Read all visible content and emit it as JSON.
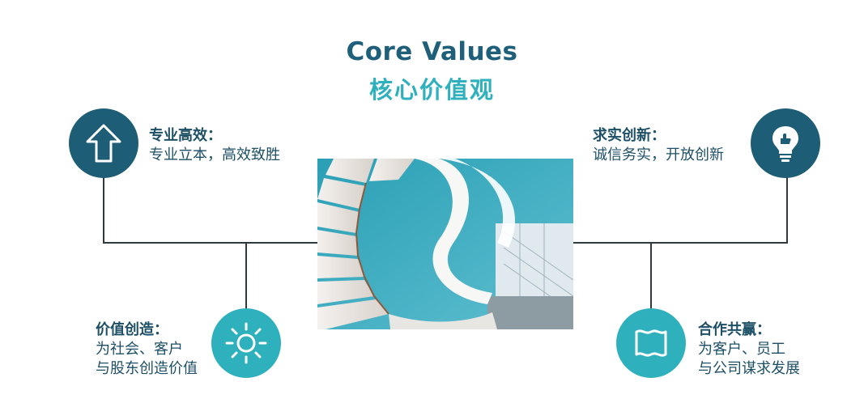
{
  "title": {
    "en": "Core Values",
    "zh": "核心价值观"
  },
  "values": {
    "professional": {
      "heading": "专业高效：",
      "desc": [
        "专业立本，高效致胜"
      ],
      "icon": "arrow-up-icon"
    },
    "innovation": {
      "heading": "求实创新：",
      "desc": [
        "诚信务实，开放创新"
      ],
      "icon": "lightbulb-icon"
    },
    "value_creation": {
      "heading": "价值创造：",
      "desc": [
        "为社会、客户",
        "与股东创造价值"
      ],
      "icon": "sun-icon"
    },
    "cooperation": {
      "heading": "合作共赢：",
      "desc": [
        "为客户、员工",
        "与公司谋求发展"
      ],
      "icon": "map-icon"
    }
  },
  "colors": {
    "dark_blue": "#1d5e76",
    "teal": "#2fb0bd",
    "line": "#2d3a40"
  }
}
